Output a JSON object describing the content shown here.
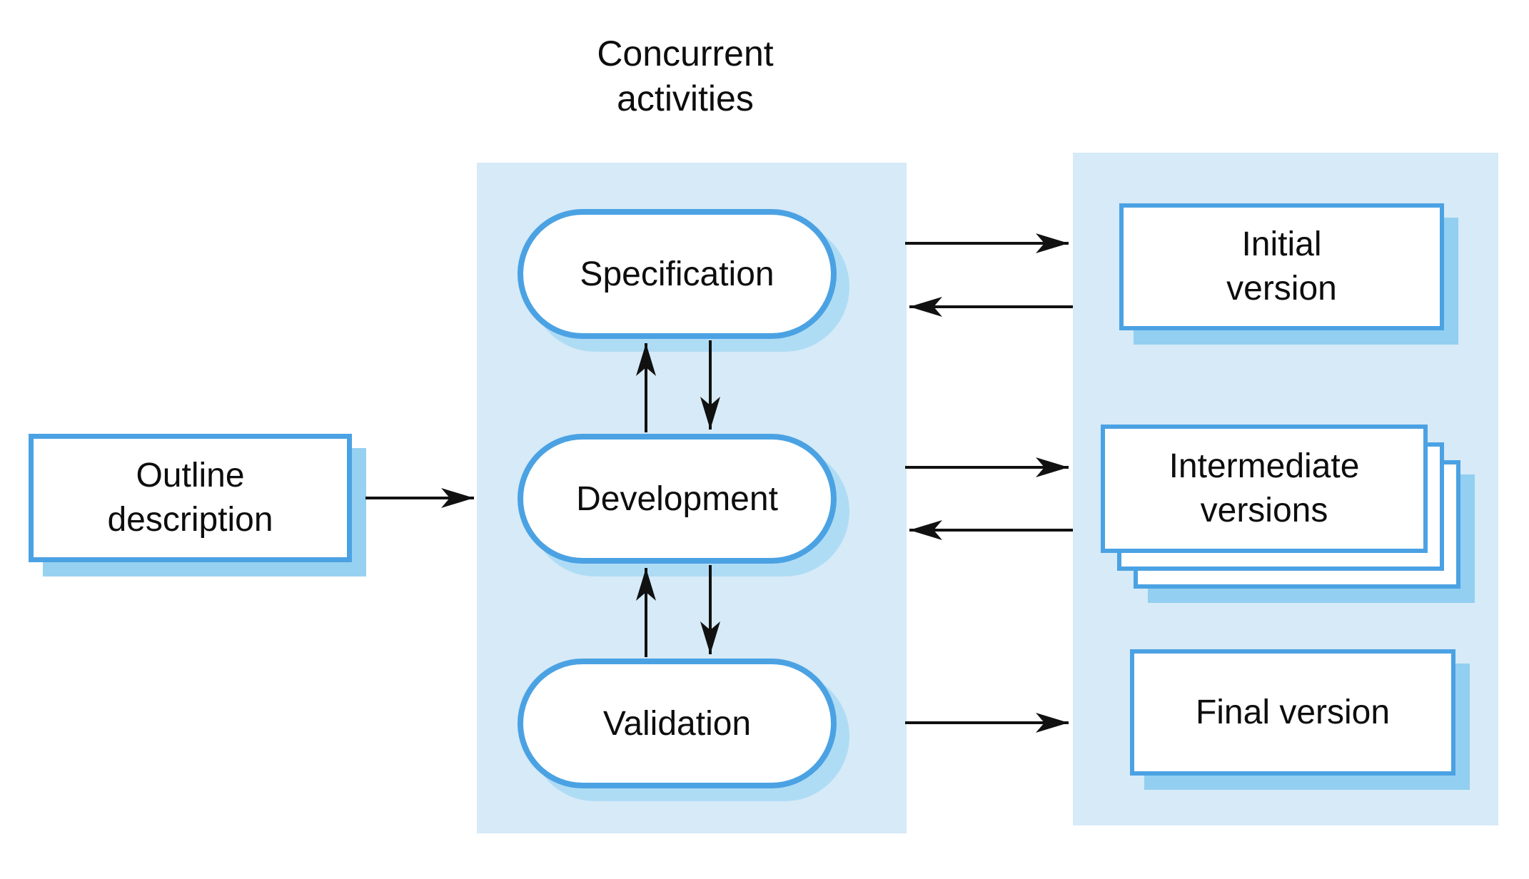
{
  "title": "Concurrent activities",
  "left_box": {
    "label": "Outline description"
  },
  "center_panel": {
    "activities": [
      {
        "label": "Specification"
      },
      {
        "label": "Development"
      },
      {
        "label": "Validation"
      }
    ]
  },
  "right_panel": {
    "artifacts": [
      {
        "label": "Initial version"
      },
      {
        "label": "Intermediate versions"
      },
      {
        "label": "Final version"
      }
    ]
  },
  "colors": {
    "panel_background": "#d6eaf7",
    "accent_border_blue": "#4ba2e3",
    "stadium_shadow_blue": "#afdcf5",
    "box_shadow_blue": "#93cff0",
    "arrow_black": "#111111",
    "text_black": "#0d0d0d"
  }
}
